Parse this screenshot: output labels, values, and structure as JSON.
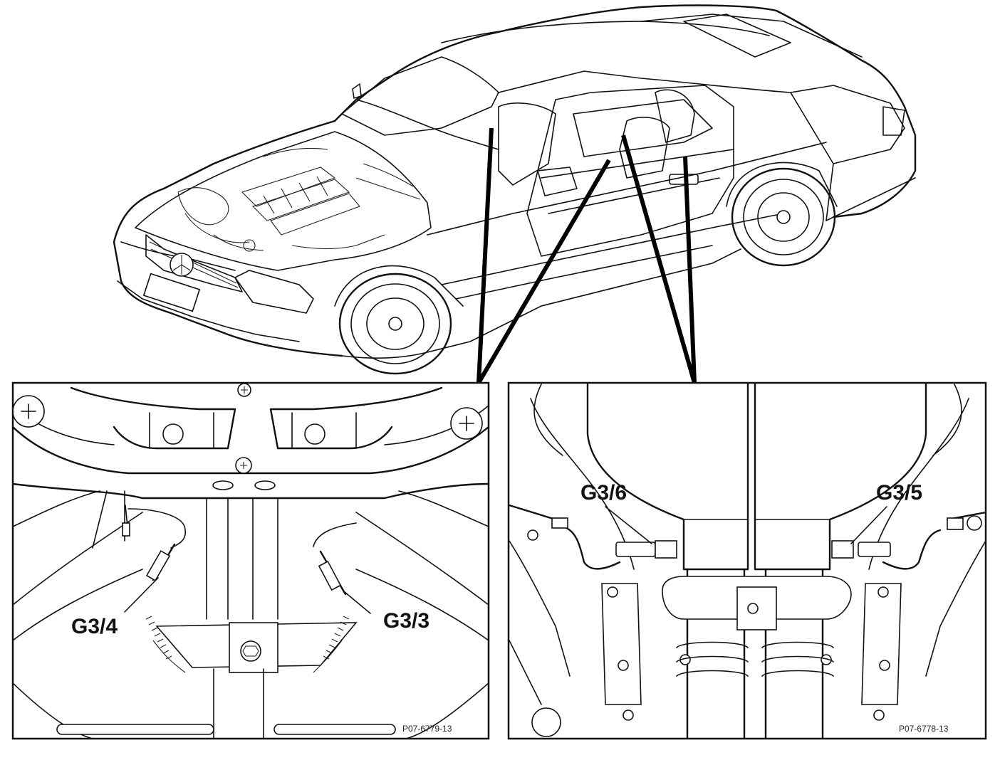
{
  "left_panel": {
    "label_left": "G3/4",
    "label_right": "G3/3",
    "ref_code": "P07-6779-13"
  },
  "right_panel": {
    "label_left": "G3/6",
    "label_right": "G3/5",
    "ref_code": "P07-6778-13"
  }
}
